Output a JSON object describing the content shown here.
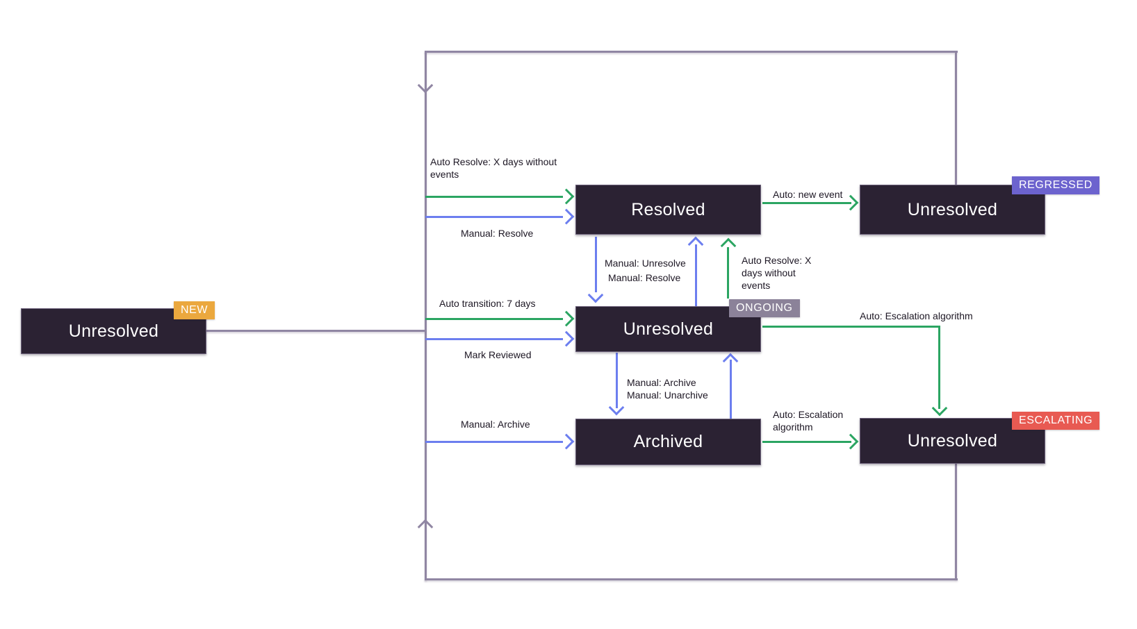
{
  "diagram": {
    "nodes": {
      "new": {
        "label": "Unresolved",
        "badge": "NEW"
      },
      "resolved": {
        "label": "Resolved"
      },
      "regressed": {
        "label": "Unresolved",
        "badge": "REGRESSED"
      },
      "ongoing": {
        "label": "Unresolved",
        "badge": "ONGOING"
      },
      "archived": {
        "label": "Archived"
      },
      "escalating": {
        "label": "Unresolved",
        "badge": "ESCALATING"
      }
    },
    "labels": {
      "auto_resolve_top": "Auto Resolve: X days without events",
      "manual_resolve_top": "Manual: Resolve",
      "auto_new_event": "Auto: new event",
      "manual_unresolve": "Manual: Unresolve",
      "manual_resolve_mid": "Manual: Resolve",
      "auto_resolve_mid": "Auto Resolve: X days without events",
      "auto_transition": "Auto transition: 7 days",
      "mark_reviewed": "Mark Reviewed",
      "auto_escalation_right": "Auto: Escalation algorithm",
      "manual_archive_mid": "Manual: Archive",
      "manual_unarchive": "Manual: Unarchive",
      "manual_archive_bottom": "Manual: Archive",
      "auto_escalation_bottom": "Auto: Escalation algorithm"
    },
    "colors": {
      "node_bg": "#2B2233",
      "node_text": "#FFFFFF",
      "auto_arrow": "#2BA562",
      "manual_arrow": "#6C7EEF",
      "loop_line": "#9086A3",
      "badge_new": "#EBA83E",
      "badge_regressed": "#6C63CE",
      "badge_ongoing": "#8B8299",
      "badge_escalating": "#E85A52",
      "label_text": "#1C1623"
    }
  }
}
